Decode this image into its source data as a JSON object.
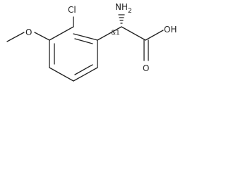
{
  "structure": {
    "atoms": {
      "cl": "Cl",
      "nh2": "NH",
      "nh2_sub": "2",
      "oh": "OH",
      "o_carbonyl": "O",
      "o_methoxy": "O"
    },
    "stereo_label": "&1"
  }
}
